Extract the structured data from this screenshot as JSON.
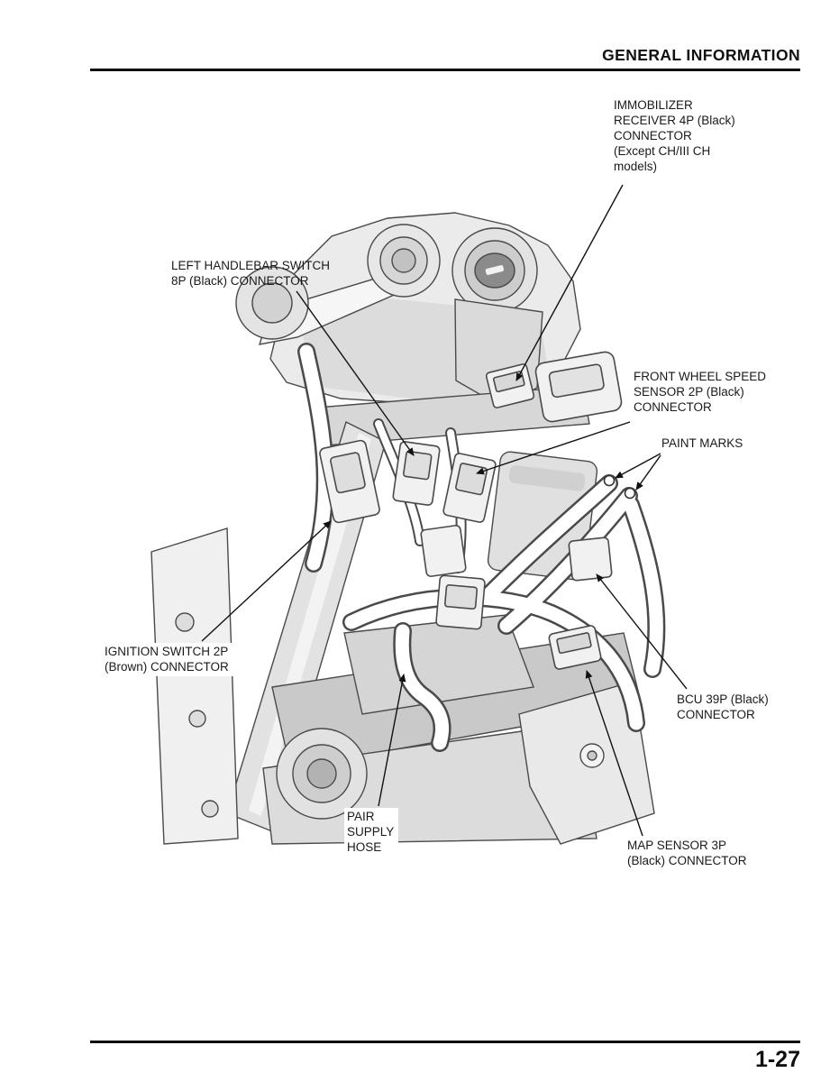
{
  "header": {
    "title": "GENERAL INFORMATION"
  },
  "footer": {
    "page_number": "1-27"
  },
  "diagram": {
    "description": "Motorcycle steering head and engine area line illustration with connector callouts",
    "colors": {
      "line": "#4a4a4a",
      "leader": "#111111",
      "fill_light": "#ededed",
      "fill_mid": "#d8d8d8",
      "fill_dark": "#bcbcbc"
    },
    "labels": {
      "immobilizer": {
        "text": "IMMOBILIZER\nRECEIVER 4P (Black)\nCONNECTOR\n(Except CH/III CH\nmodels)"
      },
      "handlebar": {
        "text": "LEFT HANDLEBAR SWITCH\n8P (Black) CONNECTOR"
      },
      "wheel_speed": {
        "text": "FRONT WHEEL SPEED\nSENSOR 2P (Black)\nCONNECTOR"
      },
      "paint_marks": {
        "text": "PAINT MARKS"
      },
      "ignition": {
        "text": "IGNITION SWITCH 2P\n(Brown) CONNECTOR"
      },
      "bcu": {
        "text": "BCU 39P (Black)\nCONNECTOR"
      },
      "pair": {
        "text": "PAIR\nSUPPLY\nHOSE"
      },
      "map": {
        "text": "MAP SENSOR 3P\n(Black) CONNECTOR"
      }
    }
  }
}
